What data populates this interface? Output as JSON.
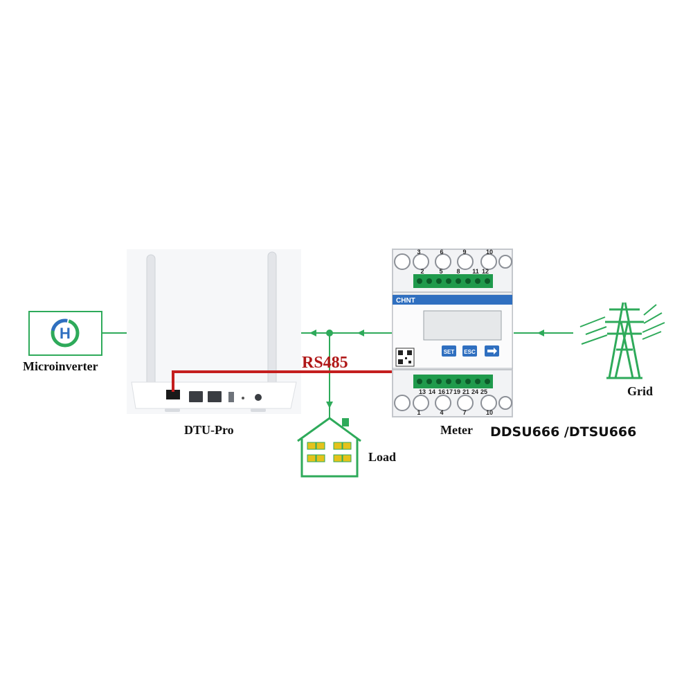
{
  "labels": {
    "microinverter": "Microinverter",
    "dtu": "DTU-Pro",
    "rs485": "RS485",
    "load": "Load",
    "meter": "Meter",
    "meter_model": "DDSU666 /DTSU666",
    "grid": "Grid"
  },
  "microinverter_logo_letter": "H",
  "meter": {
    "brand": "CHNT",
    "buttons": [
      "SET",
      "ESC"
    ],
    "top_terminals": [
      "3",
      "6",
      "9",
      "10"
    ],
    "top_small_terminals": [
      "2",
      "5",
      "8",
      "11",
      "12"
    ],
    "bottom_terminals": [
      "1",
      "4",
      "7",
      "10"
    ],
    "bottom_small_terminals": [
      "13",
      "14",
      "16",
      "17",
      "19",
      "21",
      "24",
      "25"
    ]
  },
  "colors": {
    "flow_green": "#2eaa5a",
    "rs485_red": "#c41e1e",
    "meter_blue": "#2f6fc0"
  },
  "icons": [
    "h-logo-icon",
    "house-icon",
    "power-tower-icon",
    "arrow-right-icon"
  ]
}
